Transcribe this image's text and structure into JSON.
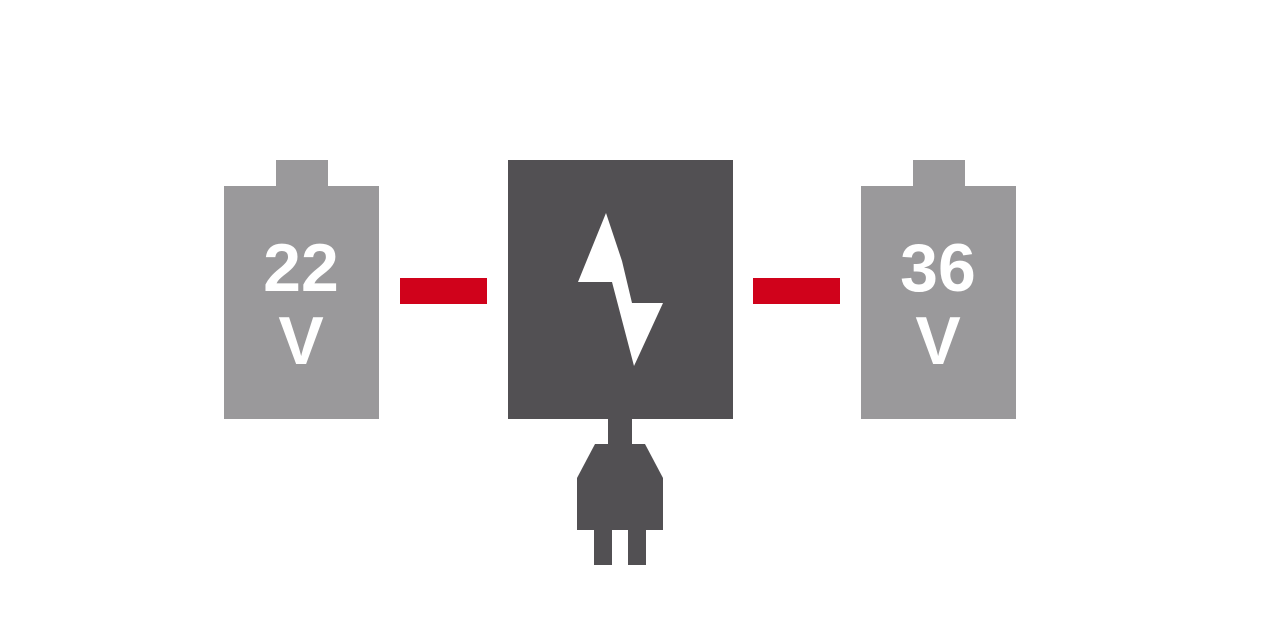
{
  "batteries": {
    "left": {
      "number": "22",
      "unit": "V"
    },
    "right": {
      "number": "36",
      "unit": "V"
    }
  },
  "colors": {
    "battery": "#9a999b",
    "charger": "#525053",
    "connector": "#d0021b",
    "label": "#ffffff",
    "bolt": "#ffffff",
    "background": "#ffffff"
  },
  "icons": {
    "charger": "lightning-bolt-icon",
    "plug": "power-plug-icon"
  }
}
